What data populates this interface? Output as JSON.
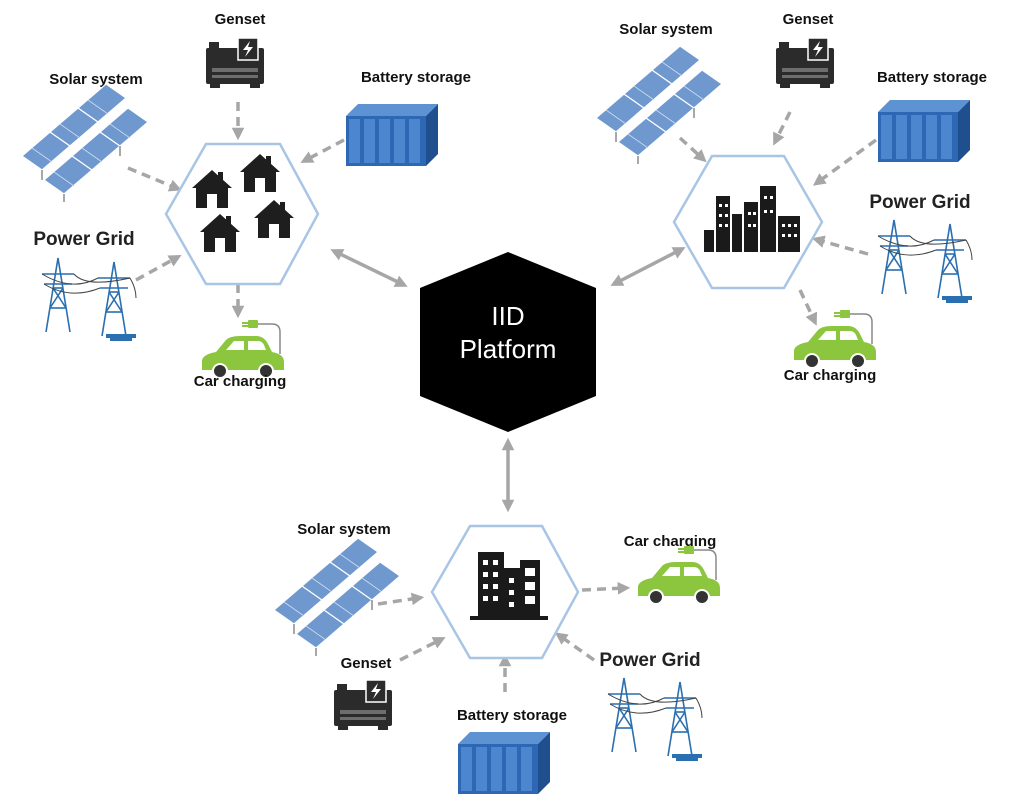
{
  "platform": {
    "line1": "IID",
    "line2": "Platform"
  },
  "clusters": {
    "residential": {
      "genset": "Genset",
      "solar": "Solar system",
      "battery": "Battery storage",
      "grid": "Power Grid",
      "car": "Car charging"
    },
    "city": {
      "solar": "Solar system",
      "genset": "Genset",
      "battery": "Battery storage",
      "grid": "Power Grid",
      "car": "Car charging"
    },
    "commercial": {
      "solar": "Solar system",
      "car": "Car charging",
      "genset": "Genset",
      "grid": "Power Grid",
      "battery": "Battery storage"
    }
  },
  "colors": {
    "platform": "#000000",
    "hex_border": "#a9c5e6",
    "arrow": "#a6a6a6",
    "solar_panel": "#6f98cf",
    "battery": "#2e68b5",
    "car": "#8cc63f",
    "building": "#1a1a1a"
  }
}
